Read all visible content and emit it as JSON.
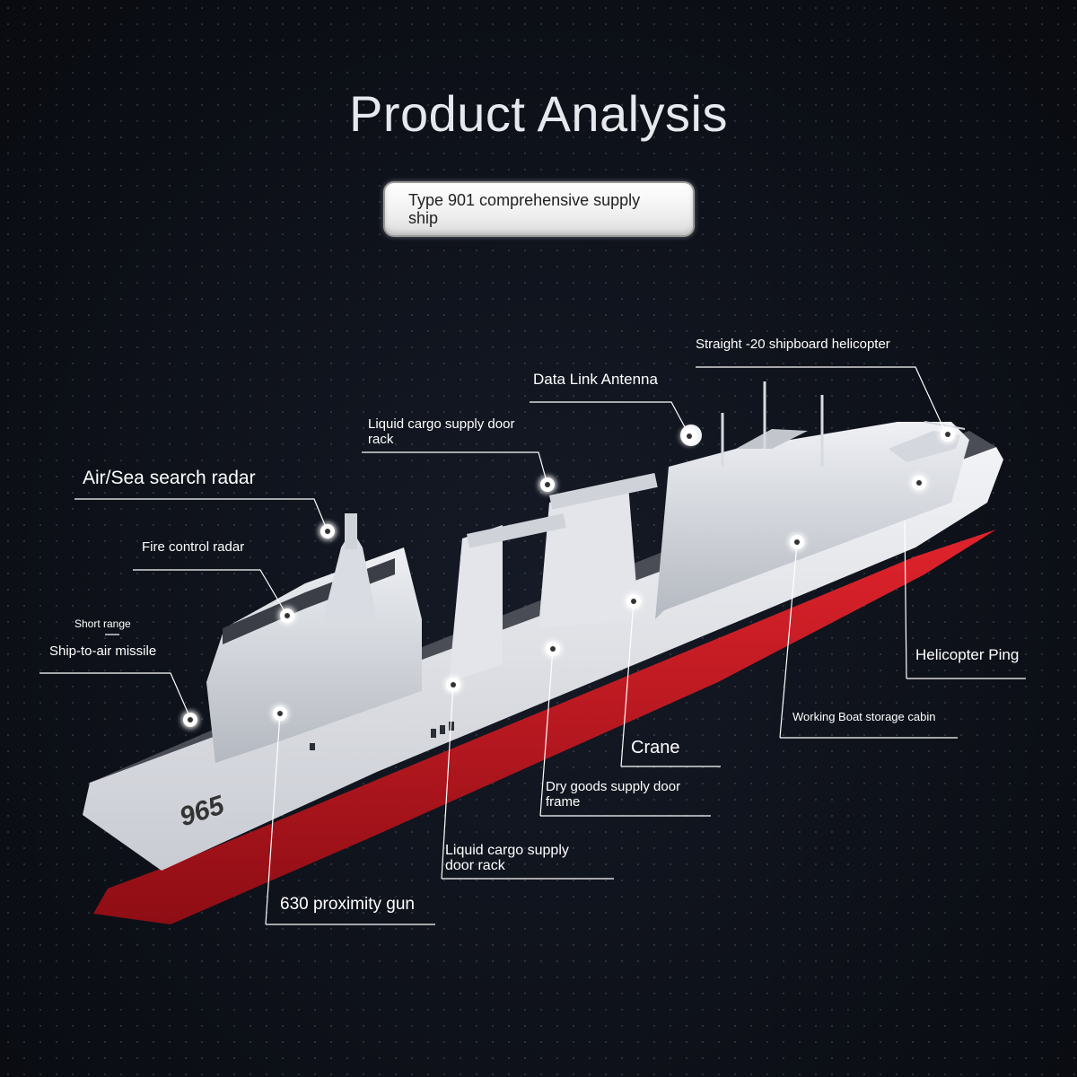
{
  "header": {
    "title": "Product Analysis",
    "subtitle": "Type 901 comprehensive supply ship"
  },
  "ship": {
    "hull_number": "965"
  },
  "callouts": {
    "helicopter": "Straight -20 shipboard helicopter",
    "data_link_antenna": "Data Link Antenna",
    "liquid_cargo_rack_upper": "Liquid cargo supply door rack",
    "air_sea_radar": "Air/Sea search radar",
    "fire_control_radar": "Fire control radar",
    "short_range": "Short range",
    "ship_to_air_missile": "Ship-to-air missile",
    "helicopter_ping": "Helicopter Ping",
    "working_boat_cabin": "Working Boat storage cabin",
    "crane": "Crane",
    "dry_goods_frame": "Dry goods supply door frame",
    "liquid_cargo_rack_lower": "Liquid cargo supply door rack",
    "proximity_gun": "630 proximity gun"
  },
  "colors": {
    "background": "#0e1119",
    "hull_red": "#c4161f",
    "superstructure": "#dfe2e8",
    "callout_line": "#ffffff"
  }
}
